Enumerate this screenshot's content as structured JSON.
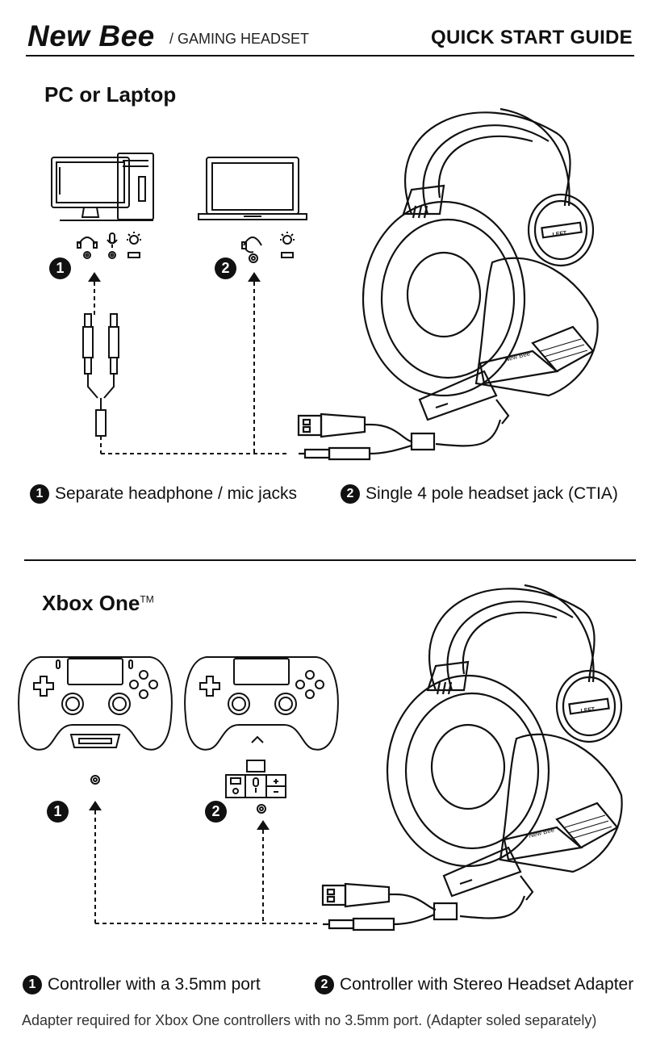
{
  "header": {
    "brand": "New Bee",
    "subtitle": "/ GAMING HEADSET",
    "guide_title": "QUICK START GUIDE"
  },
  "pc_section": {
    "title": "PC or Laptop",
    "step1": {
      "number": "1",
      "caption": "Separate headphone / mic jacks"
    },
    "step2": {
      "number": "2",
      "caption": "Single 4 pole headset jack (CTIA)"
    }
  },
  "xbox_section": {
    "title": "Xbox One",
    "title_mark": "TM",
    "step1": {
      "number": "1",
      "caption": "Controller with a 3.5mm port"
    },
    "step2": {
      "number": "2",
      "caption": "Controller with Stereo Headset Adapter"
    }
  },
  "headset_logo": "New Bee",
  "ear_label": "LEFT",
  "footnote": "Adapter required for Xbox One controllers with no 3.5mm port. (Adapter soled separately)",
  "icons": [
    "desktop-computer-icon",
    "laptop-icon",
    "headphone-icon",
    "microphone-icon",
    "light-icon",
    "controller-icon",
    "stereo-adapter-icon",
    "usb-plug-icon",
    "audio-plug-icon",
    "headset-illustration"
  ]
}
